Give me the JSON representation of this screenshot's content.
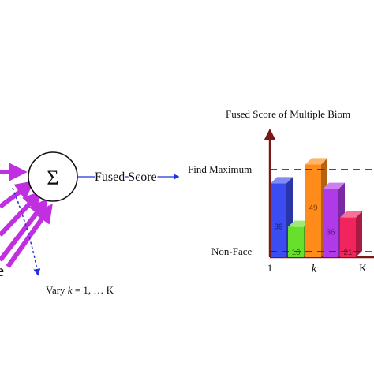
{
  "diagram": {
    "sum_symbol": "Σ",
    "fused_score_label": "Fused Score",
    "vary_label": {
      "prefix": "Vary ",
      "variable": "k",
      "suffix": " = 1, … K"
    },
    "cut_off_text": "e"
  },
  "chart": {
    "title": "Fused Score of Multiple Biom",
    "find_max_label": "Find Maximum",
    "non_face_label": "Non-Face",
    "x_tick_start": "1",
    "x_tick_mid": "k",
    "x_tick_end": "K"
  },
  "chart_data": {
    "type": "bar",
    "title": "Fused Score of Multiple Biom",
    "x_ticks": [
      "1",
      "k",
      "K"
    ],
    "values": [
      39,
      16,
      49,
      36,
      21
    ],
    "value_labels": [
      "39",
      "16",
      "49",
      "36",
      "21"
    ],
    "colors": [
      "#3b4cf0",
      "#66e02a",
      "#ff8c1a",
      "#b03ae8",
      "#f2245e"
    ],
    "reference_lines": [
      "Find Maximum",
      "Non-Face"
    ]
  },
  "colors": {
    "axis": "#7a1818",
    "arrow_magenta": "#c02fe0",
    "arrow_blue": "#2233dd"
  }
}
